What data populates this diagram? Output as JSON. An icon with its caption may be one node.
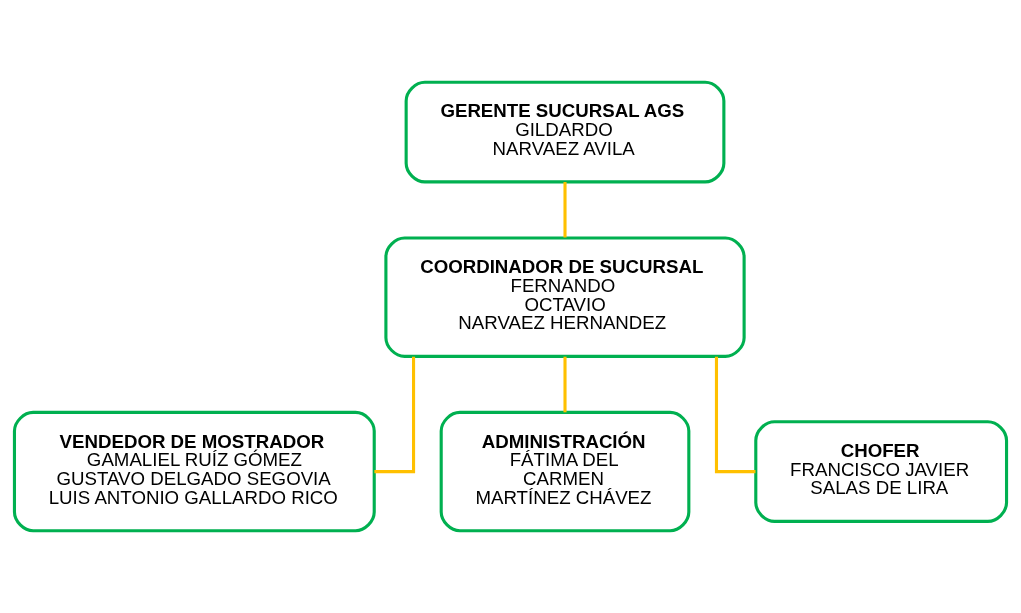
{
  "diagram": {
    "nodes": [
      {
        "text": [
          "GERENTE SUCURSAL AGS",
          "GILDARDO NARVAEZ AVILA"
        ]
      },
      {
        "text": [
          "COORDINADOR DE SUCURSAL",
          "FERNANDO OCTAVIO NARVAEZ HERNANDEZ"
        ]
      },
      {
        "text": [
          "VENDEDOR DE MOSTRADOR",
          "GAMALIEL RUÍZ GÓMEZ GUSTAVO DELGADO SEGOVIA LUIS ANTONIO GALLARDO RICO"
        ]
      },
      {
        "text": [
          "ADMINISTRACIÓN",
          "FÁTIMA DEL CARMEN MARTÍNEZ CHÁVEZ"
        ]
      },
      {
        "text": [
          "CHOFER",
          "FRANCISCO JAVIER SALAS DE LIRA"
        ]
      }
    ],
    "edges": [
      {
        "from": 0,
        "to": 1,
        "arrow": "none"
      },
      {
        "from": 1,
        "to": 2,
        "arrow": "none"
      },
      {
        "from": 1,
        "to": 3,
        "arrow": "none"
      },
      {
        "from": 1,
        "to": 4,
        "arrow": "none"
      }
    ]
  }
}
